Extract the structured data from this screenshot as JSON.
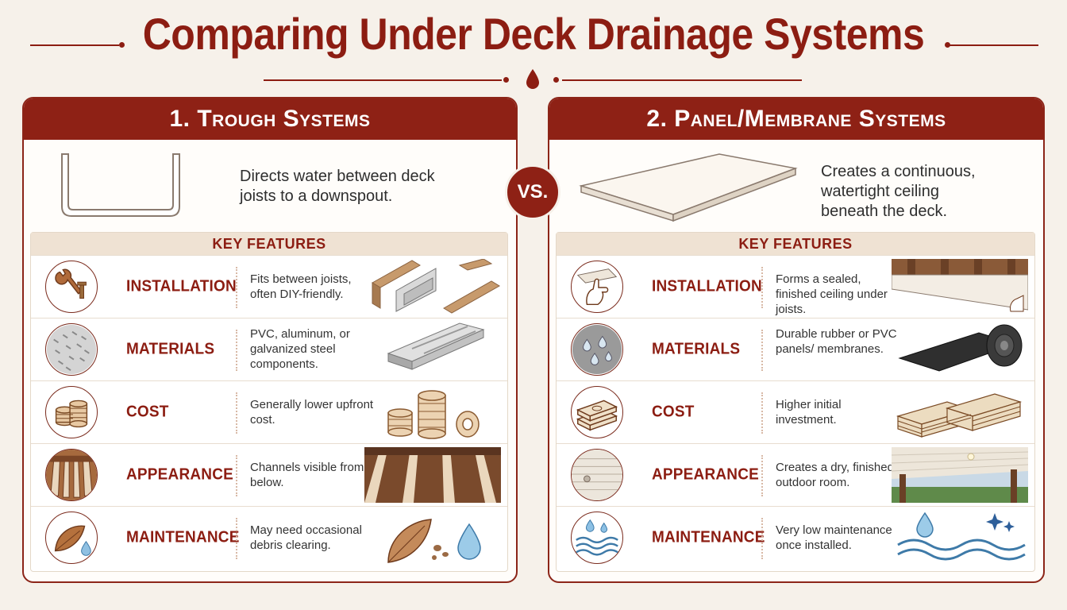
{
  "title": "Comparing Under Deck Drainage Systems",
  "vs_label": "VS.",
  "colors": {
    "accent": "#8e2115",
    "background": "#f6f1ea",
    "feature_header": "#efe2d3"
  },
  "left": {
    "heading": "1. Trough Systems",
    "description": "Directs water between deck joists to a downspout.",
    "features_heading": "KEY FEATURES",
    "features": [
      {
        "label": "INSTALLATION",
        "text": "Fits between joists, often DIY-friendly.",
        "icon": "wrench-screw-icon"
      },
      {
        "label": "MATERIALS",
        "text": "PVC, aluminum, or galvanized steel components.",
        "icon": "metal-texture-icon"
      },
      {
        "label": "COST",
        "text": "Generally lower upfront cost.",
        "icon": "coin-stack-icon"
      },
      {
        "label": "APPEARANCE",
        "text": "Channels visible from below.",
        "icon": "channels-icon"
      },
      {
        "label": "MAINTENANCE",
        "text": "May need occasional debris clearing.",
        "icon": "leaf-drop-icon"
      }
    ]
  },
  "right": {
    "heading": "2. Panel/Membrane Systems",
    "description": "Creates a continuous, watertight ceiling beneath the deck.",
    "features_heading": "KEY FEATURES",
    "features": [
      {
        "label": "INSTALLATION",
        "text": "Forms a sealed, finished ceiling under joists.",
        "icon": "hand-panel-icon"
      },
      {
        "label": "MATERIALS",
        "text": "Durable rubber or PVC panels/ membranes.",
        "icon": "water-droplets-icon"
      },
      {
        "label": "COST",
        "text": "Higher initial investment.",
        "icon": "cash-stack-icon"
      },
      {
        "label": "APPEARANCE",
        "text": "Creates a dry, finished outdoor room.",
        "icon": "ceiling-light-icon"
      },
      {
        "label": "MAINTENANCE",
        "text": "Very low maintenance once installed.",
        "icon": "water-wave-icon"
      }
    ]
  }
}
